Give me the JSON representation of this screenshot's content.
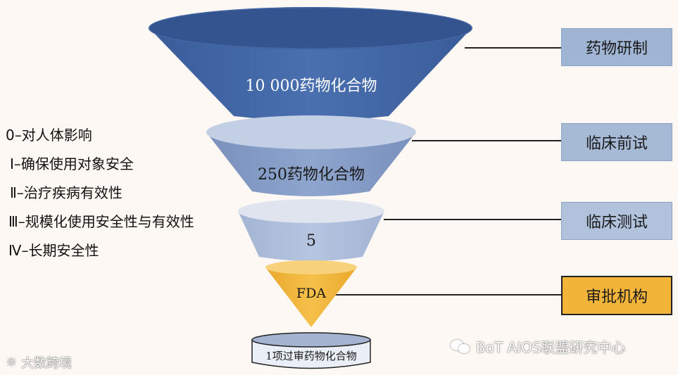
{
  "funnel": {
    "stage1_label": "10 000药物化合物",
    "stage2_label": "250药物化合物",
    "stage3_label": "5",
    "stage4_label": "FDA",
    "result_label": "1项过审药物化合物"
  },
  "phases": {
    "research": "药物研制",
    "preclinical": "临床前试",
    "clinical": "临床测试",
    "approval": "审批机构"
  },
  "legend": {
    "line0": "0–对人体影响",
    "line1": "Ⅰ–确保使用对象安全",
    "line2": "Ⅱ–治疗疾病有效性",
    "line3": "Ⅲ–规模化使用安全性与有效性",
    "line4": "Ⅳ–长期安全性"
  },
  "watermarks": {
    "left": "大数跨境",
    "right": "BoT AIOS联盟研究中心"
  },
  "colors": {
    "blue_dark": "#3f64a3",
    "blue_mid": "#7d97c2",
    "blue_light": "#a9b9d6",
    "gold": "#f0b73c",
    "box_blue": "#9fb5d3",
    "box_gold": "#f2b53a"
  }
}
